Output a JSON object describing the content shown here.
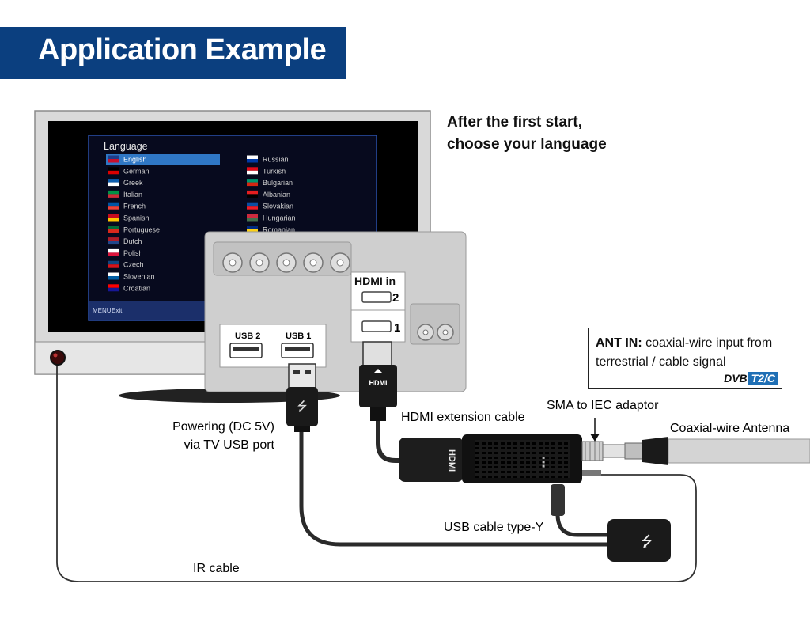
{
  "title": "Application Example",
  "intro": {
    "line1": "After the first start,",
    "line2": "choose your language"
  },
  "language_menu": {
    "title": "Language",
    "left": [
      "English",
      "German",
      "Greek",
      "Italian",
      "French",
      "Spanish",
      "Portuguese",
      "Dutch",
      "Polish",
      "Czech",
      "Slovenian",
      "Croatian"
    ],
    "right": [
      "Russian",
      "Turkish",
      "Bulgarian",
      "Albanian",
      "Slovakian",
      "Hungarian",
      "Romanian"
    ],
    "selected": "English",
    "footer_key": "MENU",
    "footer_label": "Exit"
  },
  "tv_ports": {
    "hdmi_in": "HDMI in",
    "hdmi_2": "2",
    "hdmi_1": "1",
    "usb_2": "USB 2",
    "usb_1": "USB 1"
  },
  "hdmi_plug_label": "HDMI",
  "stick_label": "HDMI",
  "ant_box": {
    "bold": "ANT IN:",
    "text": " coaxial-wire input from terrestrial / cable signal",
    "logo_a": "DVB",
    "logo_b": "T2/C"
  },
  "labels": {
    "powering_line1": "Powering (DC 5V)",
    "powering_line2": "via TV USB port",
    "hdmi_extension": "HDMI extension cable",
    "sma_adaptor": "SMA to IEC adaptor",
    "coax_antenna": "Coaxial-wire Antenna",
    "usb_cable": "USB cable type-Y",
    "ir_cable": "IR cable"
  },
  "colors": {
    "banner": "#0b3f7f",
    "screen": "#000000",
    "menu_highlight": "#2f77c5",
    "tv_frame": "#d9d9d9",
    "cable": "#2a2a2a",
    "dvb_blue": "#1f6fb5"
  }
}
